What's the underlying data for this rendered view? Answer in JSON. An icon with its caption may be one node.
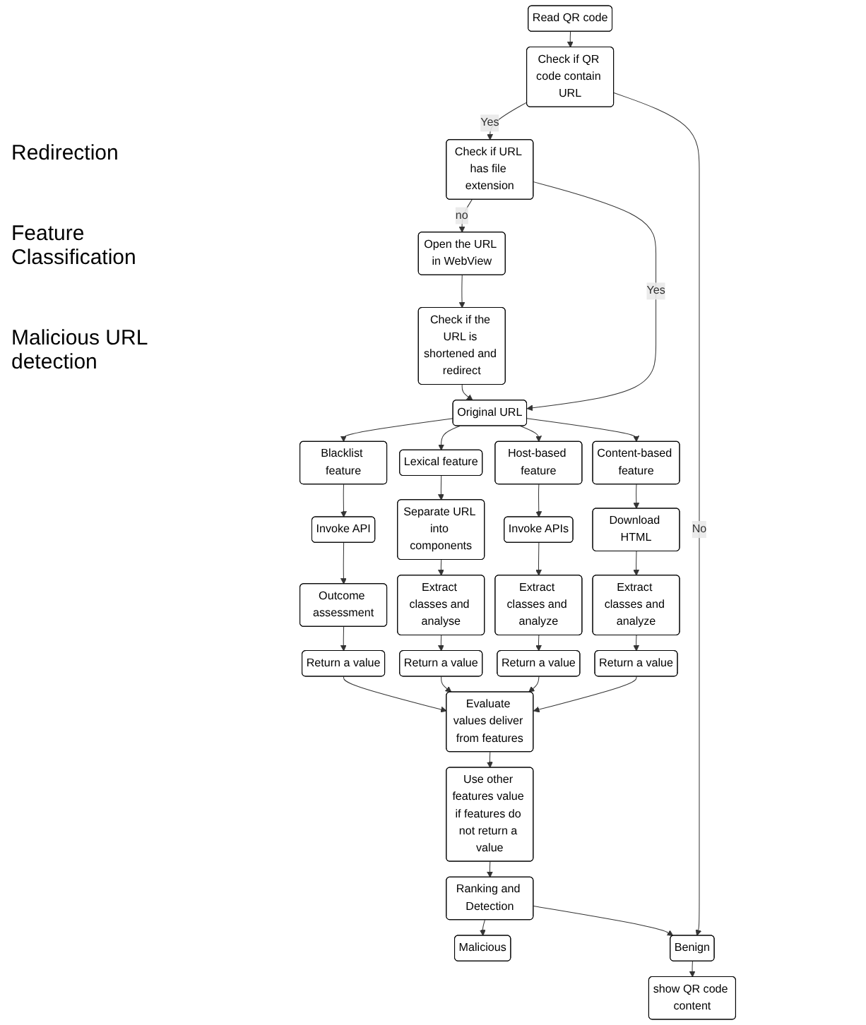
{
  "diagram": {
    "nodes": [
      {
        "text": [
          "Read QR code"
        ]
      },
      {
        "text": [
          "Check if QR code contain URL"
        ]
      },
      {
        "text": [
          "Check if URL has file extension"
        ]
      },
      {
        "text": [
          "Open the URL in WebView"
        ]
      },
      {
        "text": [
          "Check if the URL is shortened and redirect"
        ]
      },
      {
        "text": [
          "Original URL"
        ]
      },
      {
        "text": [
          "Blacklist feature"
        ]
      },
      {
        "text": [
          "Lexical feature"
        ]
      },
      {
        "text": [
          "Host-based feature"
        ]
      },
      {
        "text": [
          "Content-based feature"
        ]
      },
      {
        "text": [
          "Invoke API"
        ]
      },
      {
        "text": [
          "Separate URL into components"
        ]
      },
      {
        "text": [
          "Invoke APIs"
        ]
      },
      {
        "text": [
          "Download HTML"
        ]
      },
      {
        "text": [
          "Outcome assessment"
        ]
      },
      {
        "text": [
          "Extract classes and analyse"
        ]
      },
      {
        "text": [
          "Extract classes and analyze"
        ]
      },
      {
        "text": [
          "Extract classes and analyze"
        ]
      },
      {
        "text": [
          "Return a value"
        ]
      },
      {
        "text": [
          "Return a value"
        ]
      },
      {
        "text": [
          "Return a value"
        ]
      },
      {
        "text": [
          "Return a value"
        ]
      },
      {
        "text": [
          "Evaluate values deliver from features"
        ]
      },
      {
        "text": [
          "Use other features value if features do not return a value"
        ]
      },
      {
        "text": [
          "Ranking and Detection"
        ]
      },
      {
        "text": [
          "Malicious"
        ]
      },
      {
        "text": [
          "Benign"
        ]
      },
      {
        "text": [
          "show QR code content"
        ]
      }
    ],
    "edges": [
      {
        "from": 0,
        "to": 1,
        "arrow": "to"
      },
      {
        "from": 1,
        "to": 2,
        "arrow": "to",
        "label": "Yes"
      },
      {
        "from": 1,
        "to": 26,
        "arrow": "to",
        "label": "No"
      },
      {
        "from": 2,
        "to": 3,
        "arrow": "to",
        "label": "no"
      },
      {
        "from": 3,
        "to": 4,
        "arrow": "to"
      },
      {
        "from": 2,
        "to": 5,
        "arrow": "to",
        "label": "Yes"
      },
      {
        "from": 4,
        "to": 5,
        "arrow": "to"
      },
      {
        "from": 5,
        "to": 6,
        "arrow": "to"
      },
      {
        "from": 5,
        "to": 7,
        "arrow": "to"
      },
      {
        "from": 5,
        "to": 8,
        "arrow": "to"
      },
      {
        "from": 5,
        "to": 9,
        "arrow": "to"
      },
      {
        "from": 6,
        "to": 10,
        "arrow": "to"
      },
      {
        "from": 7,
        "to": 11,
        "arrow": "to"
      },
      {
        "from": 8,
        "to": 12,
        "arrow": "to"
      },
      {
        "from": 9,
        "to": 13,
        "arrow": "to"
      },
      {
        "from": 10,
        "to": 14,
        "arrow": "to"
      },
      {
        "from": 11,
        "to": 15,
        "arrow": "to"
      },
      {
        "from": 12,
        "to": 16,
        "arrow": "to"
      },
      {
        "from": 13,
        "to": 17,
        "arrow": "to"
      },
      {
        "from": 14,
        "to": 18,
        "arrow": "to"
      },
      {
        "from": 15,
        "to": 19,
        "arrow": "to"
      },
      {
        "from": 16,
        "to": 20,
        "arrow": "to"
      },
      {
        "from": 17,
        "to": 21,
        "arrow": "to"
      },
      {
        "from": 18,
        "to": 22,
        "arrow": "to"
      },
      {
        "from": 19,
        "to": 22,
        "arrow": "to"
      },
      {
        "from": 20,
        "to": 22,
        "arrow": "to"
      },
      {
        "from": 21,
        "to": 22,
        "arrow": "to"
      },
      {
        "from": 22,
        "to": 23,
        "arrow": "to"
      },
      {
        "from": 23,
        "to": 24,
        "arrow": "to"
      },
      {
        "from": 24,
        "to": 25,
        "arrow": "to"
      },
      {
        "from": 24,
        "to": 26,
        "arrow": "to"
      },
      {
        "from": 26,
        "to": 27,
        "arrow": "to"
      }
    ],
    "labels": [
      "Redirection",
      "Feature Classification",
      "Malicious URL detection"
    ]
  }
}
